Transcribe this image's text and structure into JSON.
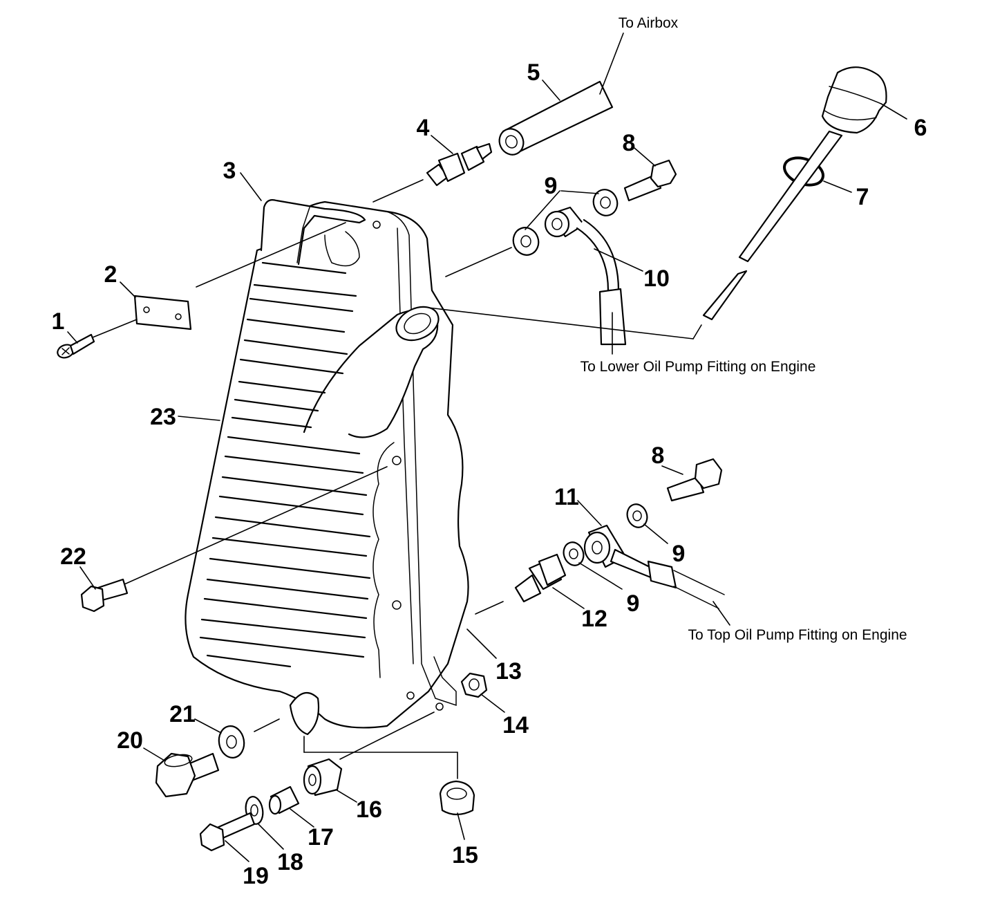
{
  "callouts": [
    {
      "id": "1",
      "label": "1"
    },
    {
      "id": "2",
      "label": "2"
    },
    {
      "id": "3",
      "label": "3"
    },
    {
      "id": "4",
      "label": "4"
    },
    {
      "id": "5",
      "label": "5"
    },
    {
      "id": "6",
      "label": "6"
    },
    {
      "id": "7",
      "label": "7"
    },
    {
      "id": "8a",
      "label": "8"
    },
    {
      "id": "9a",
      "label": "9"
    },
    {
      "id": "10",
      "label": "10"
    },
    {
      "id": "8b",
      "label": "8"
    },
    {
      "id": "11",
      "label": "11"
    },
    {
      "id": "9b",
      "label": "9"
    },
    {
      "id": "9c",
      "label": "9"
    },
    {
      "id": "12",
      "label": "12"
    },
    {
      "id": "13",
      "label": "13"
    },
    {
      "id": "14",
      "label": "14"
    },
    {
      "id": "15",
      "label": "15"
    },
    {
      "id": "16",
      "label": "16"
    },
    {
      "id": "17",
      "label": "17"
    },
    {
      "id": "18",
      "label": "18"
    },
    {
      "id": "19",
      "label": "19"
    },
    {
      "id": "20",
      "label": "20"
    },
    {
      "id": "21",
      "label": "21"
    },
    {
      "id": "22",
      "label": "22"
    },
    {
      "id": "23",
      "label": "23"
    }
  ],
  "notes": {
    "airbox": "To Airbox",
    "lower_pump": "To Lower Oil Pump Fitting on Engine",
    "top_pump": "To Top Oil Pump Fitting on Engine"
  }
}
